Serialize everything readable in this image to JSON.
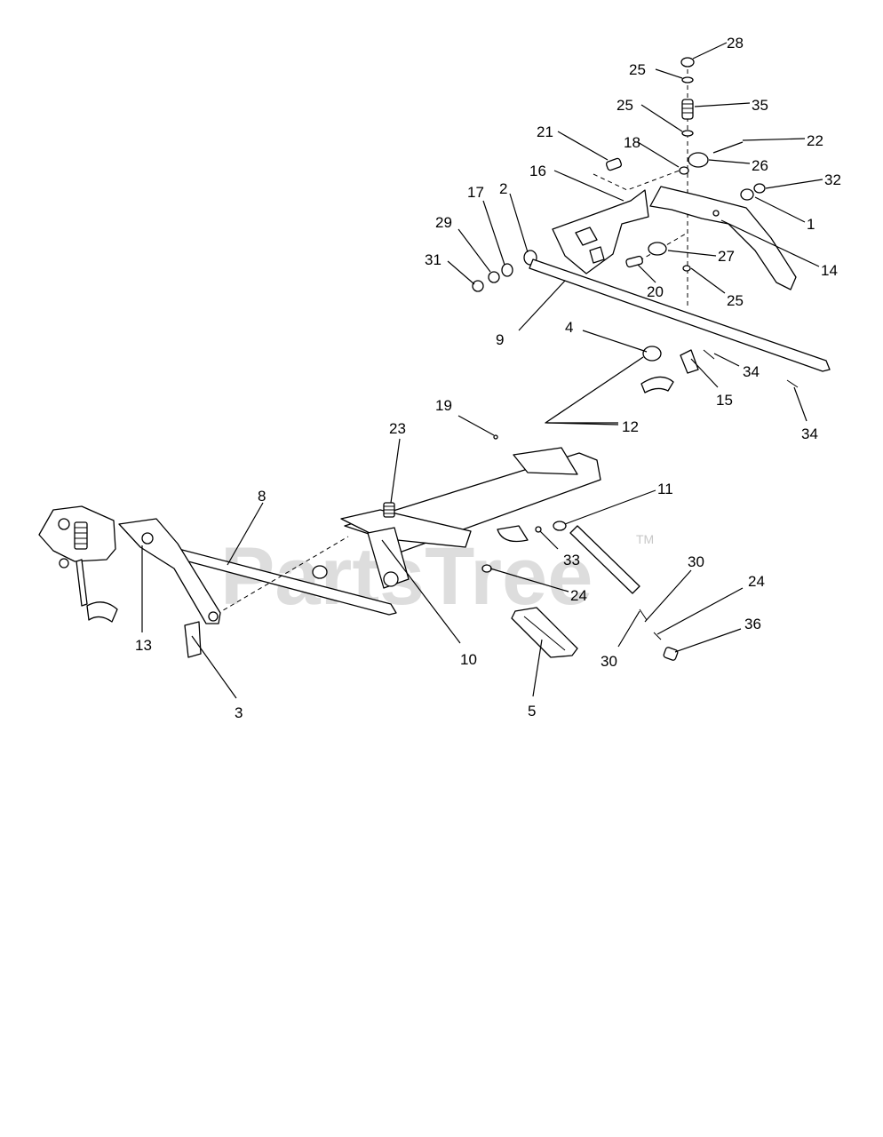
{
  "watermark": {
    "text": "PartsTree",
    "tm": "TM"
  },
  "callouts": [
    {
      "id": "c28",
      "text": "28"
    },
    {
      "id": "c25a",
      "text": "25"
    },
    {
      "id": "c35",
      "text": "35"
    },
    {
      "id": "c25b",
      "text": "25"
    },
    {
      "id": "c21",
      "text": "21"
    },
    {
      "id": "c18",
      "text": "18"
    },
    {
      "id": "c22",
      "text": "22"
    },
    {
      "id": "c26",
      "text": "26"
    },
    {
      "id": "c16",
      "text": "16"
    },
    {
      "id": "c32",
      "text": "32"
    },
    {
      "id": "c17",
      "text": "17"
    },
    {
      "id": "c2",
      "text": "2"
    },
    {
      "id": "c1",
      "text": "1"
    },
    {
      "id": "c29",
      "text": "29"
    },
    {
      "id": "c27",
      "text": "27"
    },
    {
      "id": "c31",
      "text": "31"
    },
    {
      "id": "c14",
      "text": "14"
    },
    {
      "id": "c20",
      "text": "20"
    },
    {
      "id": "c25c",
      "text": "25"
    },
    {
      "id": "c9",
      "text": "9"
    },
    {
      "id": "c4",
      "text": "4"
    },
    {
      "id": "c34a",
      "text": "34"
    },
    {
      "id": "c15",
      "text": "15"
    },
    {
      "id": "c19",
      "text": "19"
    },
    {
      "id": "c12",
      "text": "12"
    },
    {
      "id": "c34b",
      "text": "34"
    },
    {
      "id": "c23",
      "text": "23"
    },
    {
      "id": "c11",
      "text": "11"
    },
    {
      "id": "c8",
      "text": "8"
    },
    {
      "id": "c33",
      "text": "33"
    },
    {
      "id": "c30a",
      "text": "30"
    },
    {
      "id": "c24a",
      "text": "24"
    },
    {
      "id": "c24b",
      "text": "24"
    },
    {
      "id": "c36",
      "text": "36"
    },
    {
      "id": "c13",
      "text": "13"
    },
    {
      "id": "c10",
      "text": "10"
    },
    {
      "id": "c30b",
      "text": "30"
    },
    {
      "id": "c5",
      "text": "5"
    },
    {
      "id": "c3",
      "text": "3"
    }
  ]
}
